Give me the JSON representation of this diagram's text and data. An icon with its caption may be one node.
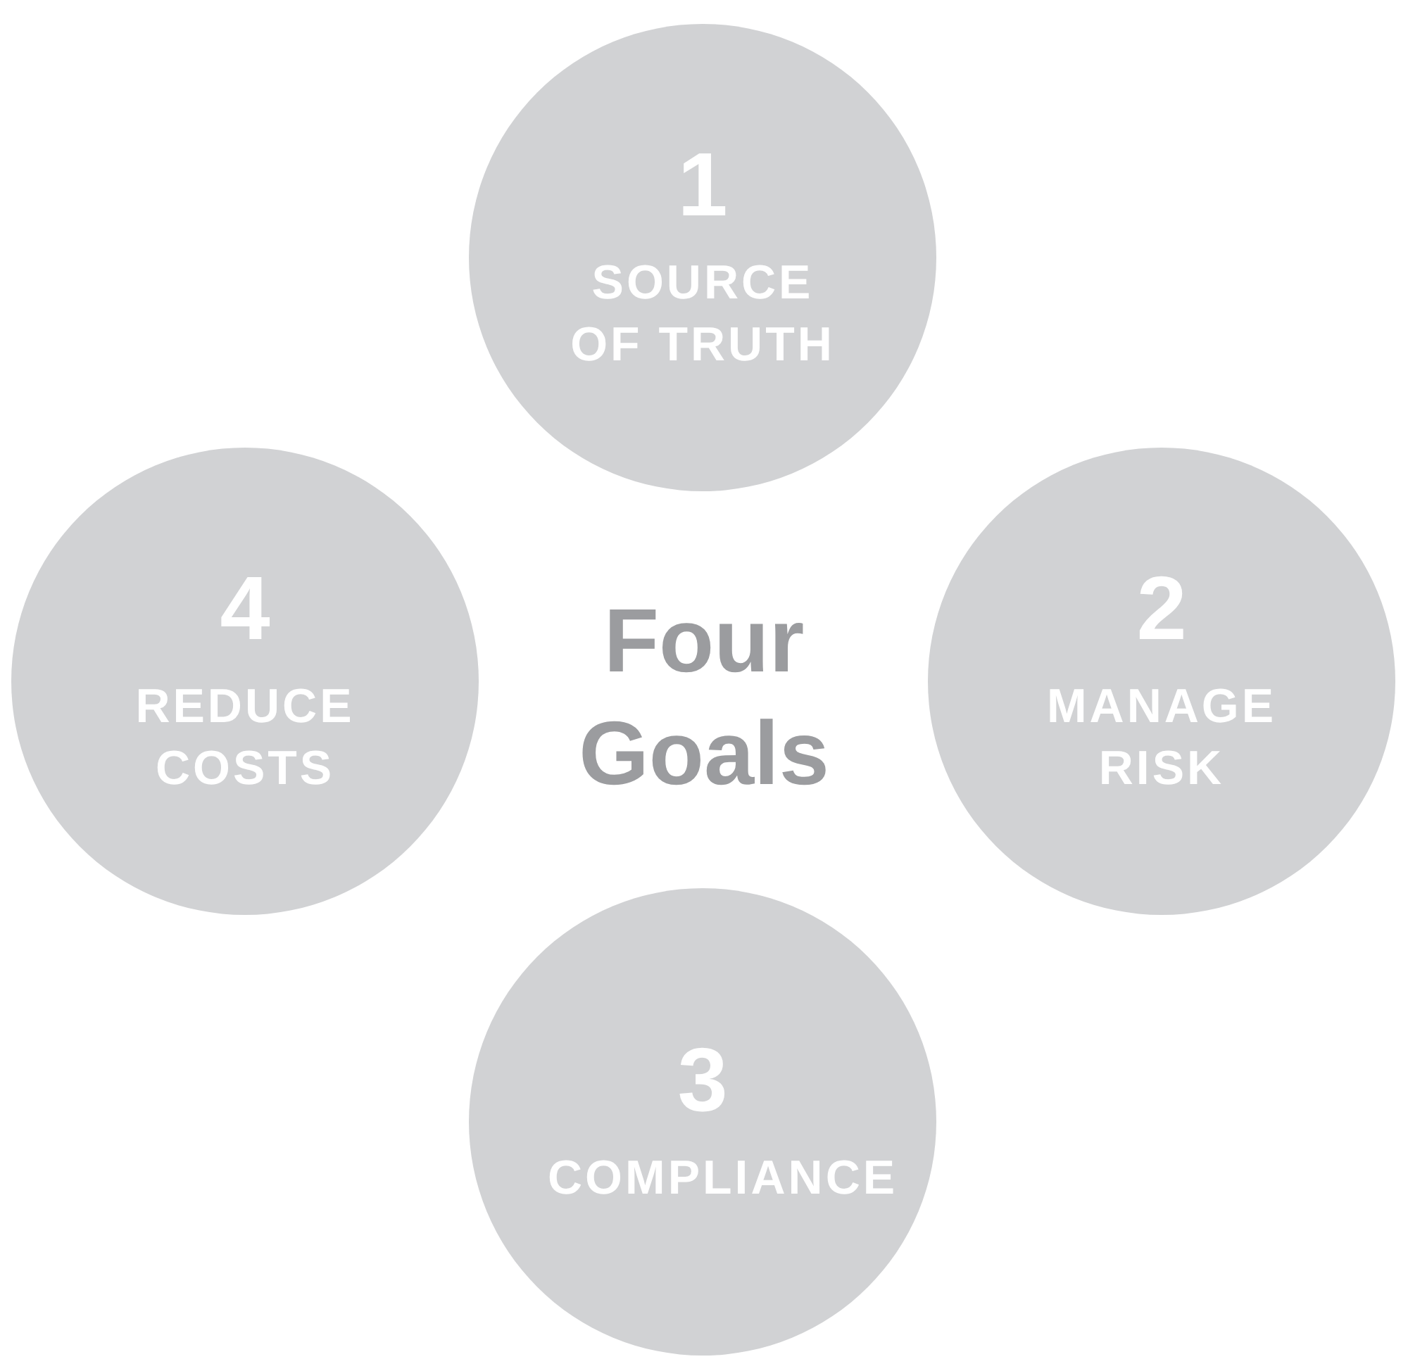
{
  "diagram": {
    "title": "Four Goals",
    "nodes": [
      {
        "text": [
          "1",
          "SOURCE OF TRUTH"
        ]
      },
      {
        "text": [
          "2",
          "MANAGE RISK"
        ]
      },
      {
        "text": [
          "3",
          "COMPLIANCE"
        ]
      },
      {
        "text": [
          "4",
          "REDUCE COSTS"
        ]
      }
    ]
  }
}
